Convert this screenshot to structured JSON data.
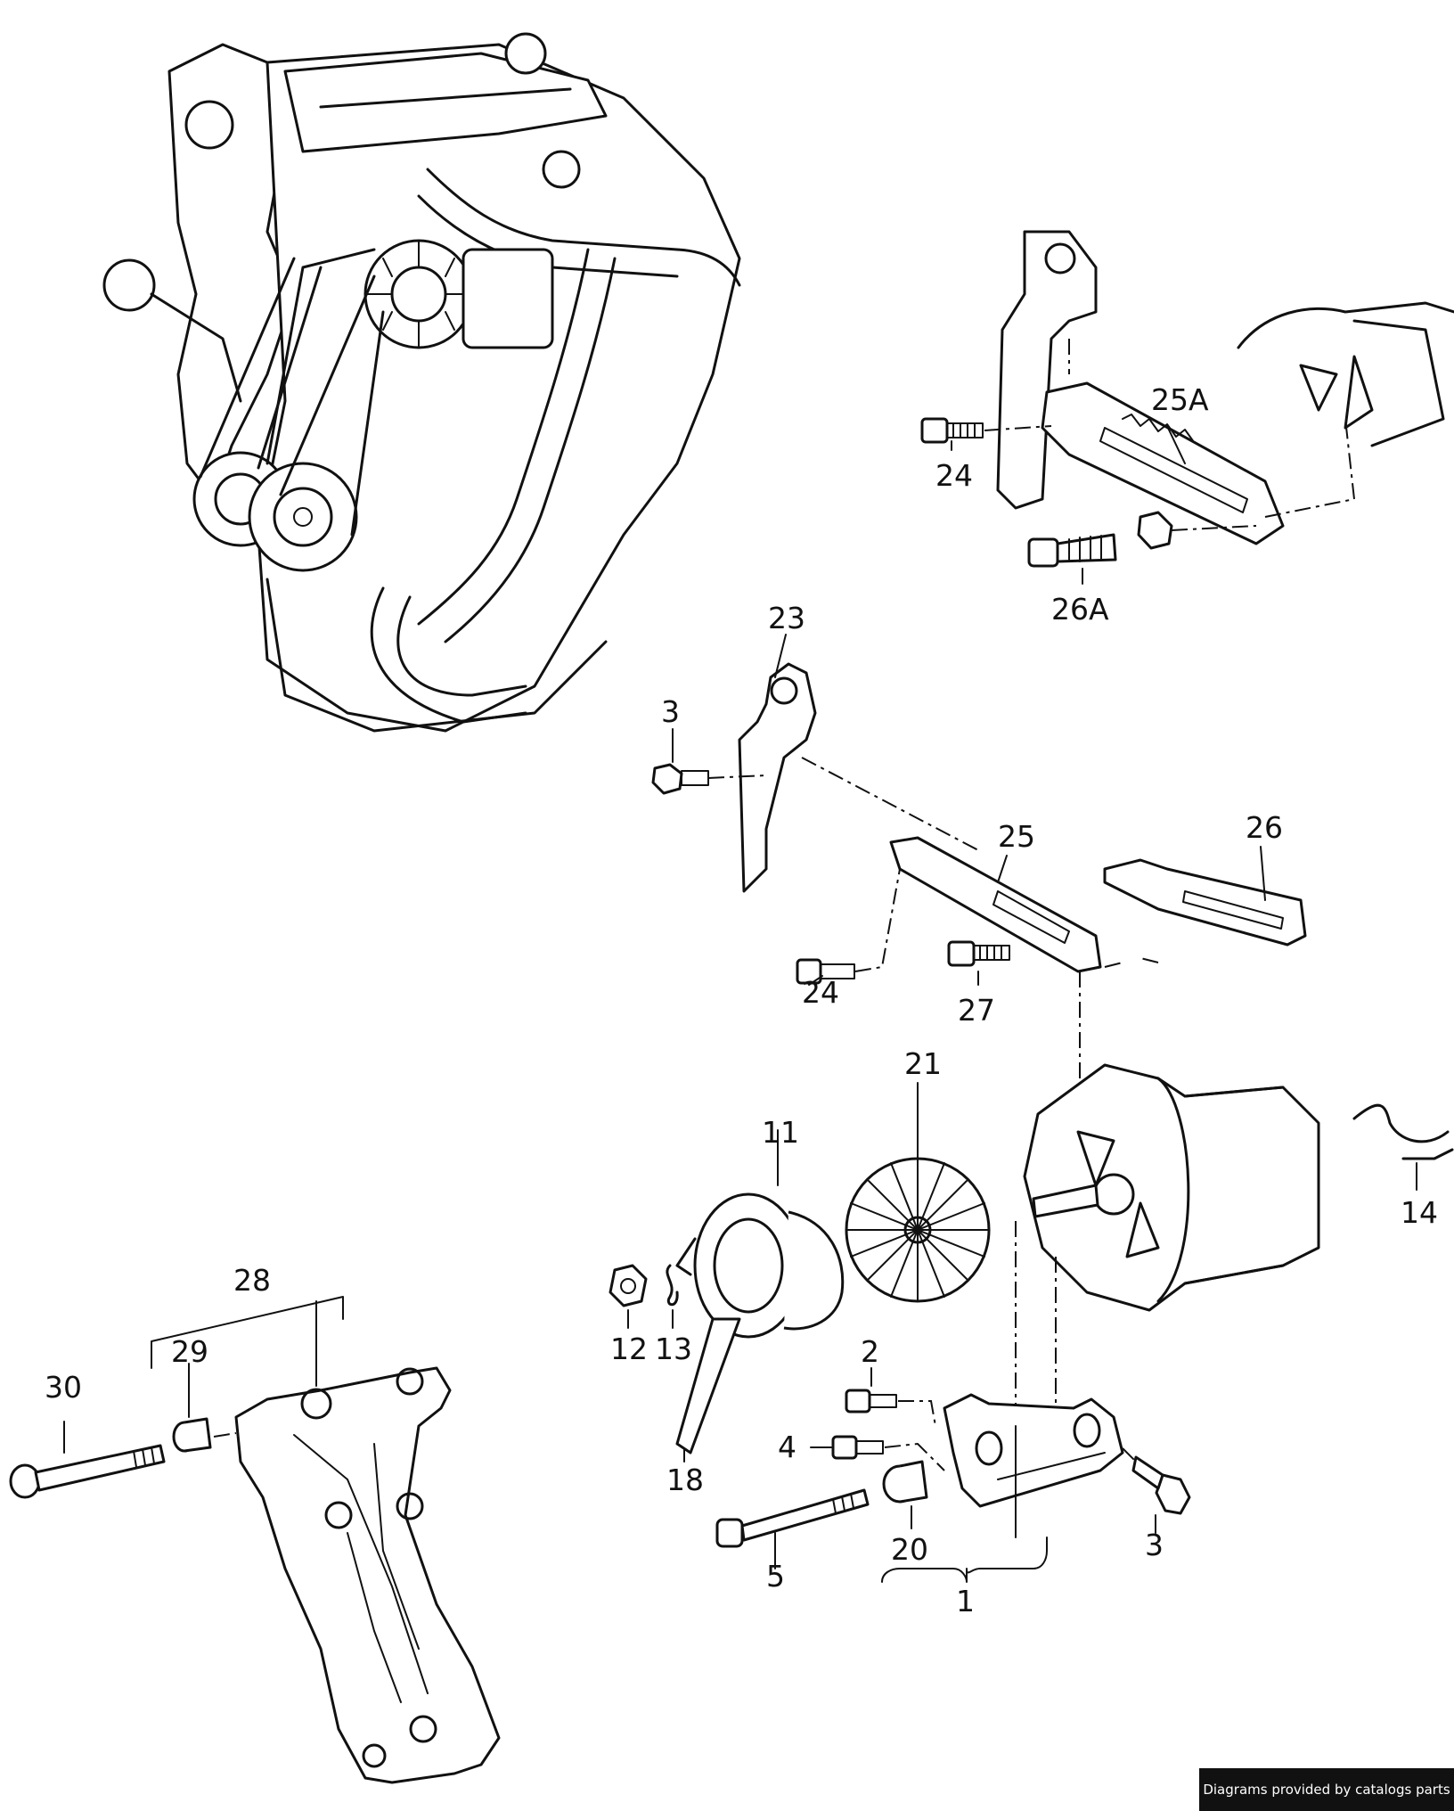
{
  "callouts": {
    "c1": "1",
    "c2": "2",
    "c3a": "3",
    "c3b": "3",
    "c4": "4",
    "c5": "5",
    "c11": "11",
    "c12": "12",
    "c13": "13",
    "c14": "14",
    "c18": "18",
    "c20": "20",
    "c21": "21",
    "c23": "23",
    "c24a": "24",
    "c24b": "24",
    "c25": "25",
    "c25a": "25A",
    "c26": "26",
    "c26a": "26A",
    "c27": "27",
    "c28": "28",
    "c29": "29",
    "c30": "30"
  },
  "footer": {
    "credit": "Diagrams provided by catalogs parts"
  }
}
